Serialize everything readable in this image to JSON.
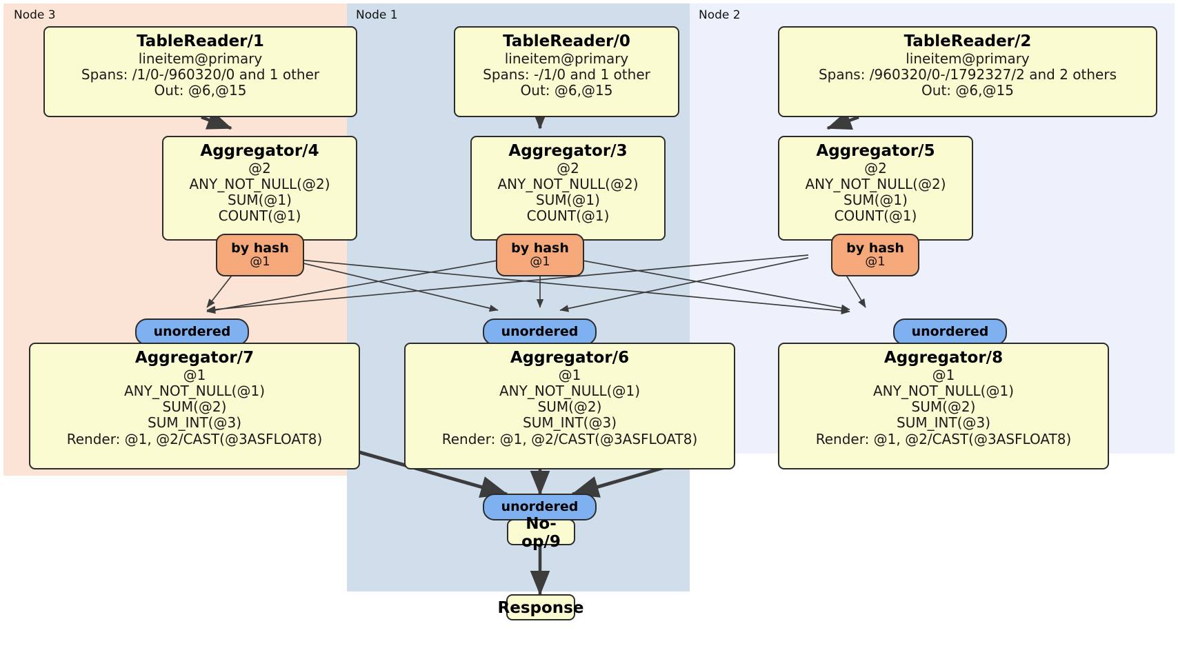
{
  "diagram": {
    "title": "Distributed SQL query execution plan",
    "type": "dataflow-graph",
    "colors": {
      "node3_panel": "#fbe3d6",
      "node1_panel": "#cfdeea",
      "node2_panel": "#ecf1fb",
      "processor_box": "#fbfbd2",
      "box_border": "#2b2b2b",
      "hash_router": "#f5a97a",
      "unordered_synchronizer": "#7fb1f0",
      "edge": "#3c3c3c"
    }
  },
  "nodes": [
    {
      "id": "node3",
      "label": "Node 3"
    },
    {
      "id": "node1",
      "label": "Node 1"
    },
    {
      "id": "node2",
      "label": "Node 2"
    }
  ],
  "processors": {
    "table_reader_1": {
      "title": "TableReader/1",
      "lines": [
        "lineitem@primary",
        "Spans: /1/0-/960320/0 and 1 other",
        "Out: @6,@15"
      ]
    },
    "table_reader_0": {
      "title": "TableReader/0",
      "lines": [
        "lineitem@primary",
        "Spans: -/1/0 and 1 other",
        "Out: @6,@15"
      ]
    },
    "table_reader_2": {
      "title": "TableReader/2",
      "lines": [
        "lineitem@primary",
        "Spans: /960320/0-/1792327/2 and 2 others",
        "Out: @6,@15"
      ]
    },
    "aggregator_4": {
      "title": "Aggregator/4",
      "lines": [
        "@2",
        "ANY_NOT_NULL(@2)",
        "SUM(@1)",
        "COUNT(@1)"
      ]
    },
    "aggregator_3": {
      "title": "Aggregator/3",
      "lines": [
        "@2",
        "ANY_NOT_NULL(@2)",
        "SUM(@1)",
        "COUNT(@1)"
      ]
    },
    "aggregator_5": {
      "title": "Aggregator/5",
      "lines": [
        "@2",
        "ANY_NOT_NULL(@2)",
        "SUM(@1)",
        "COUNT(@1)"
      ]
    },
    "aggregator_7": {
      "title": "Aggregator/7",
      "lines": [
        "@1",
        "ANY_NOT_NULL(@1)",
        "SUM(@2)",
        "SUM_INT(@3)",
        "Render: @1, @2/CAST(@3ASFLOAT8)"
      ]
    },
    "aggregator_6": {
      "title": "Aggregator/6",
      "lines": [
        "@1",
        "ANY_NOT_NULL(@1)",
        "SUM(@2)",
        "SUM_INT(@3)",
        "Render: @1, @2/CAST(@3ASFLOAT8)"
      ]
    },
    "aggregator_8": {
      "title": "Aggregator/8",
      "lines": [
        "@1",
        "ANY_NOT_NULL(@1)",
        "SUM(@2)",
        "SUM_INT(@3)",
        "Render: @1, @2/CAST(@3ASFLOAT8)"
      ]
    },
    "noop_9": {
      "title": "No-op/9",
      "lines": []
    },
    "response": {
      "title": "Response",
      "lines": []
    }
  },
  "routers": {
    "hash_left": {
      "kind": "by hash",
      "key": "@1"
    },
    "hash_mid": {
      "kind": "by hash",
      "key": "@1"
    },
    "hash_right": {
      "kind": "by hash",
      "key": "@1"
    },
    "sync_left": {
      "label": "unordered"
    },
    "sync_mid": {
      "label": "unordered"
    },
    "sync_right": {
      "label": "unordered"
    },
    "sync_final": {
      "label": "unordered"
    }
  }
}
